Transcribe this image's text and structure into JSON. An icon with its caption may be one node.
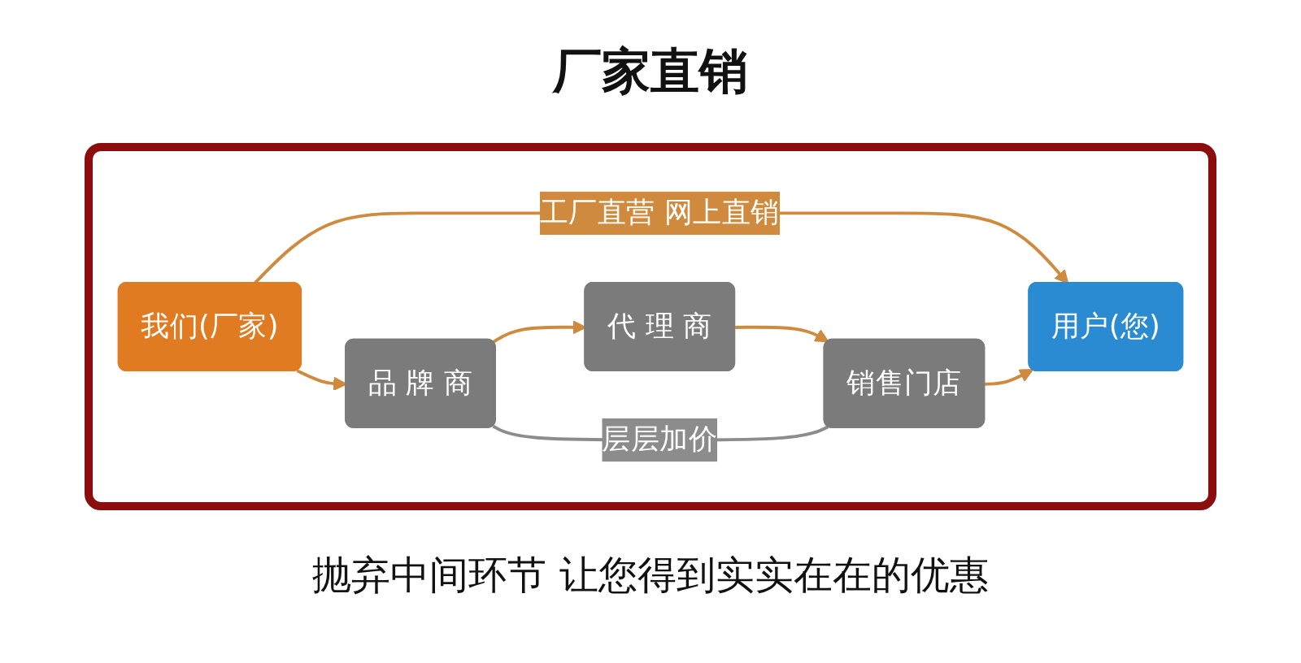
{
  "diagram": {
    "title": "厂家直销",
    "caption": "抛弃中间环节 让您得到实实在在的优惠",
    "nodes": [
      {
        "text": [
          "我们(厂家)"
        ]
      },
      {
        "text": [
          "品 牌 商"
        ]
      },
      {
        "text": [
          "代 理 商"
        ]
      },
      {
        "text": [
          "销售门店"
        ]
      },
      {
        "text": [
          "用户(您)"
        ]
      }
    ],
    "edges": [
      {
        "from": 0,
        "to": 4,
        "arrow": "to",
        "label": "工厂直营 网上直销"
      },
      {
        "from": 0,
        "to": 1,
        "arrow": "to"
      },
      {
        "from": 1,
        "to": 2,
        "arrow": "to"
      },
      {
        "from": 2,
        "to": 3,
        "arrow": "to"
      },
      {
        "from": 3,
        "to": 4,
        "arrow": "to"
      },
      {
        "from": 1,
        "to": 3,
        "arrow": "none",
        "label": "层层加价",
        "color": "#8c8c8c"
      }
    ]
  }
}
